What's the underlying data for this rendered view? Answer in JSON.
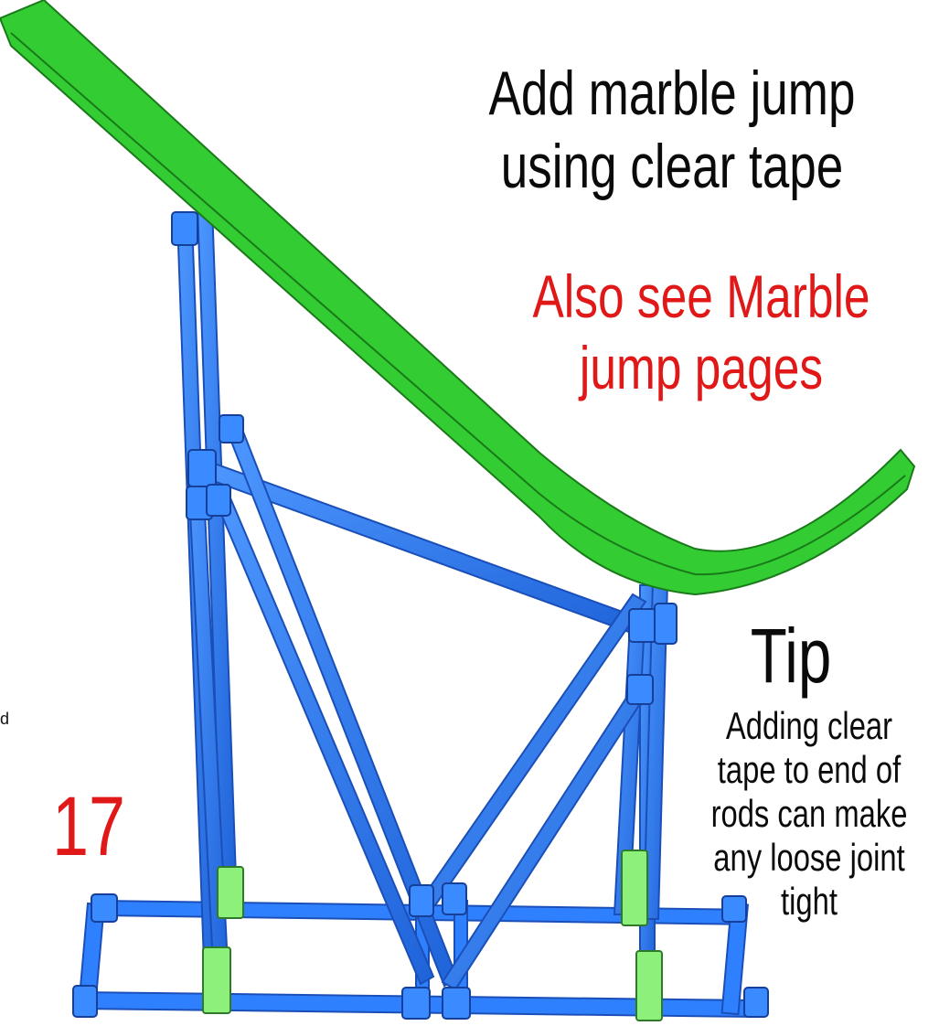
{
  "colors": {
    "track": "#33cc33",
    "track_edge": "#1a7a1a",
    "frame": "#2f80ff",
    "frame_dark": "#1b4fb8",
    "connector_green": "#8cf07a",
    "text_dark": "#0a0a0a",
    "text_red": "#e01818"
  },
  "icons": {
    "track": "green-marble-track",
    "frame": "blue-rod-frame",
    "connectors": "green-rod-connectors"
  },
  "text": {
    "heading_line1": "Add  marble jump",
    "heading_line2": "using clear tape",
    "also_line1": "Also see Marble",
    "also_line2": "jump pages",
    "tip_title": "Tip",
    "tip_line1": "Adding clear",
    "tip_line2": "tape to end of",
    "tip_line3": "rods can make",
    "tip_line4": "any loose joint",
    "tip_line5": "tight",
    "step_number": "17",
    "edge_fragment": "d"
  }
}
